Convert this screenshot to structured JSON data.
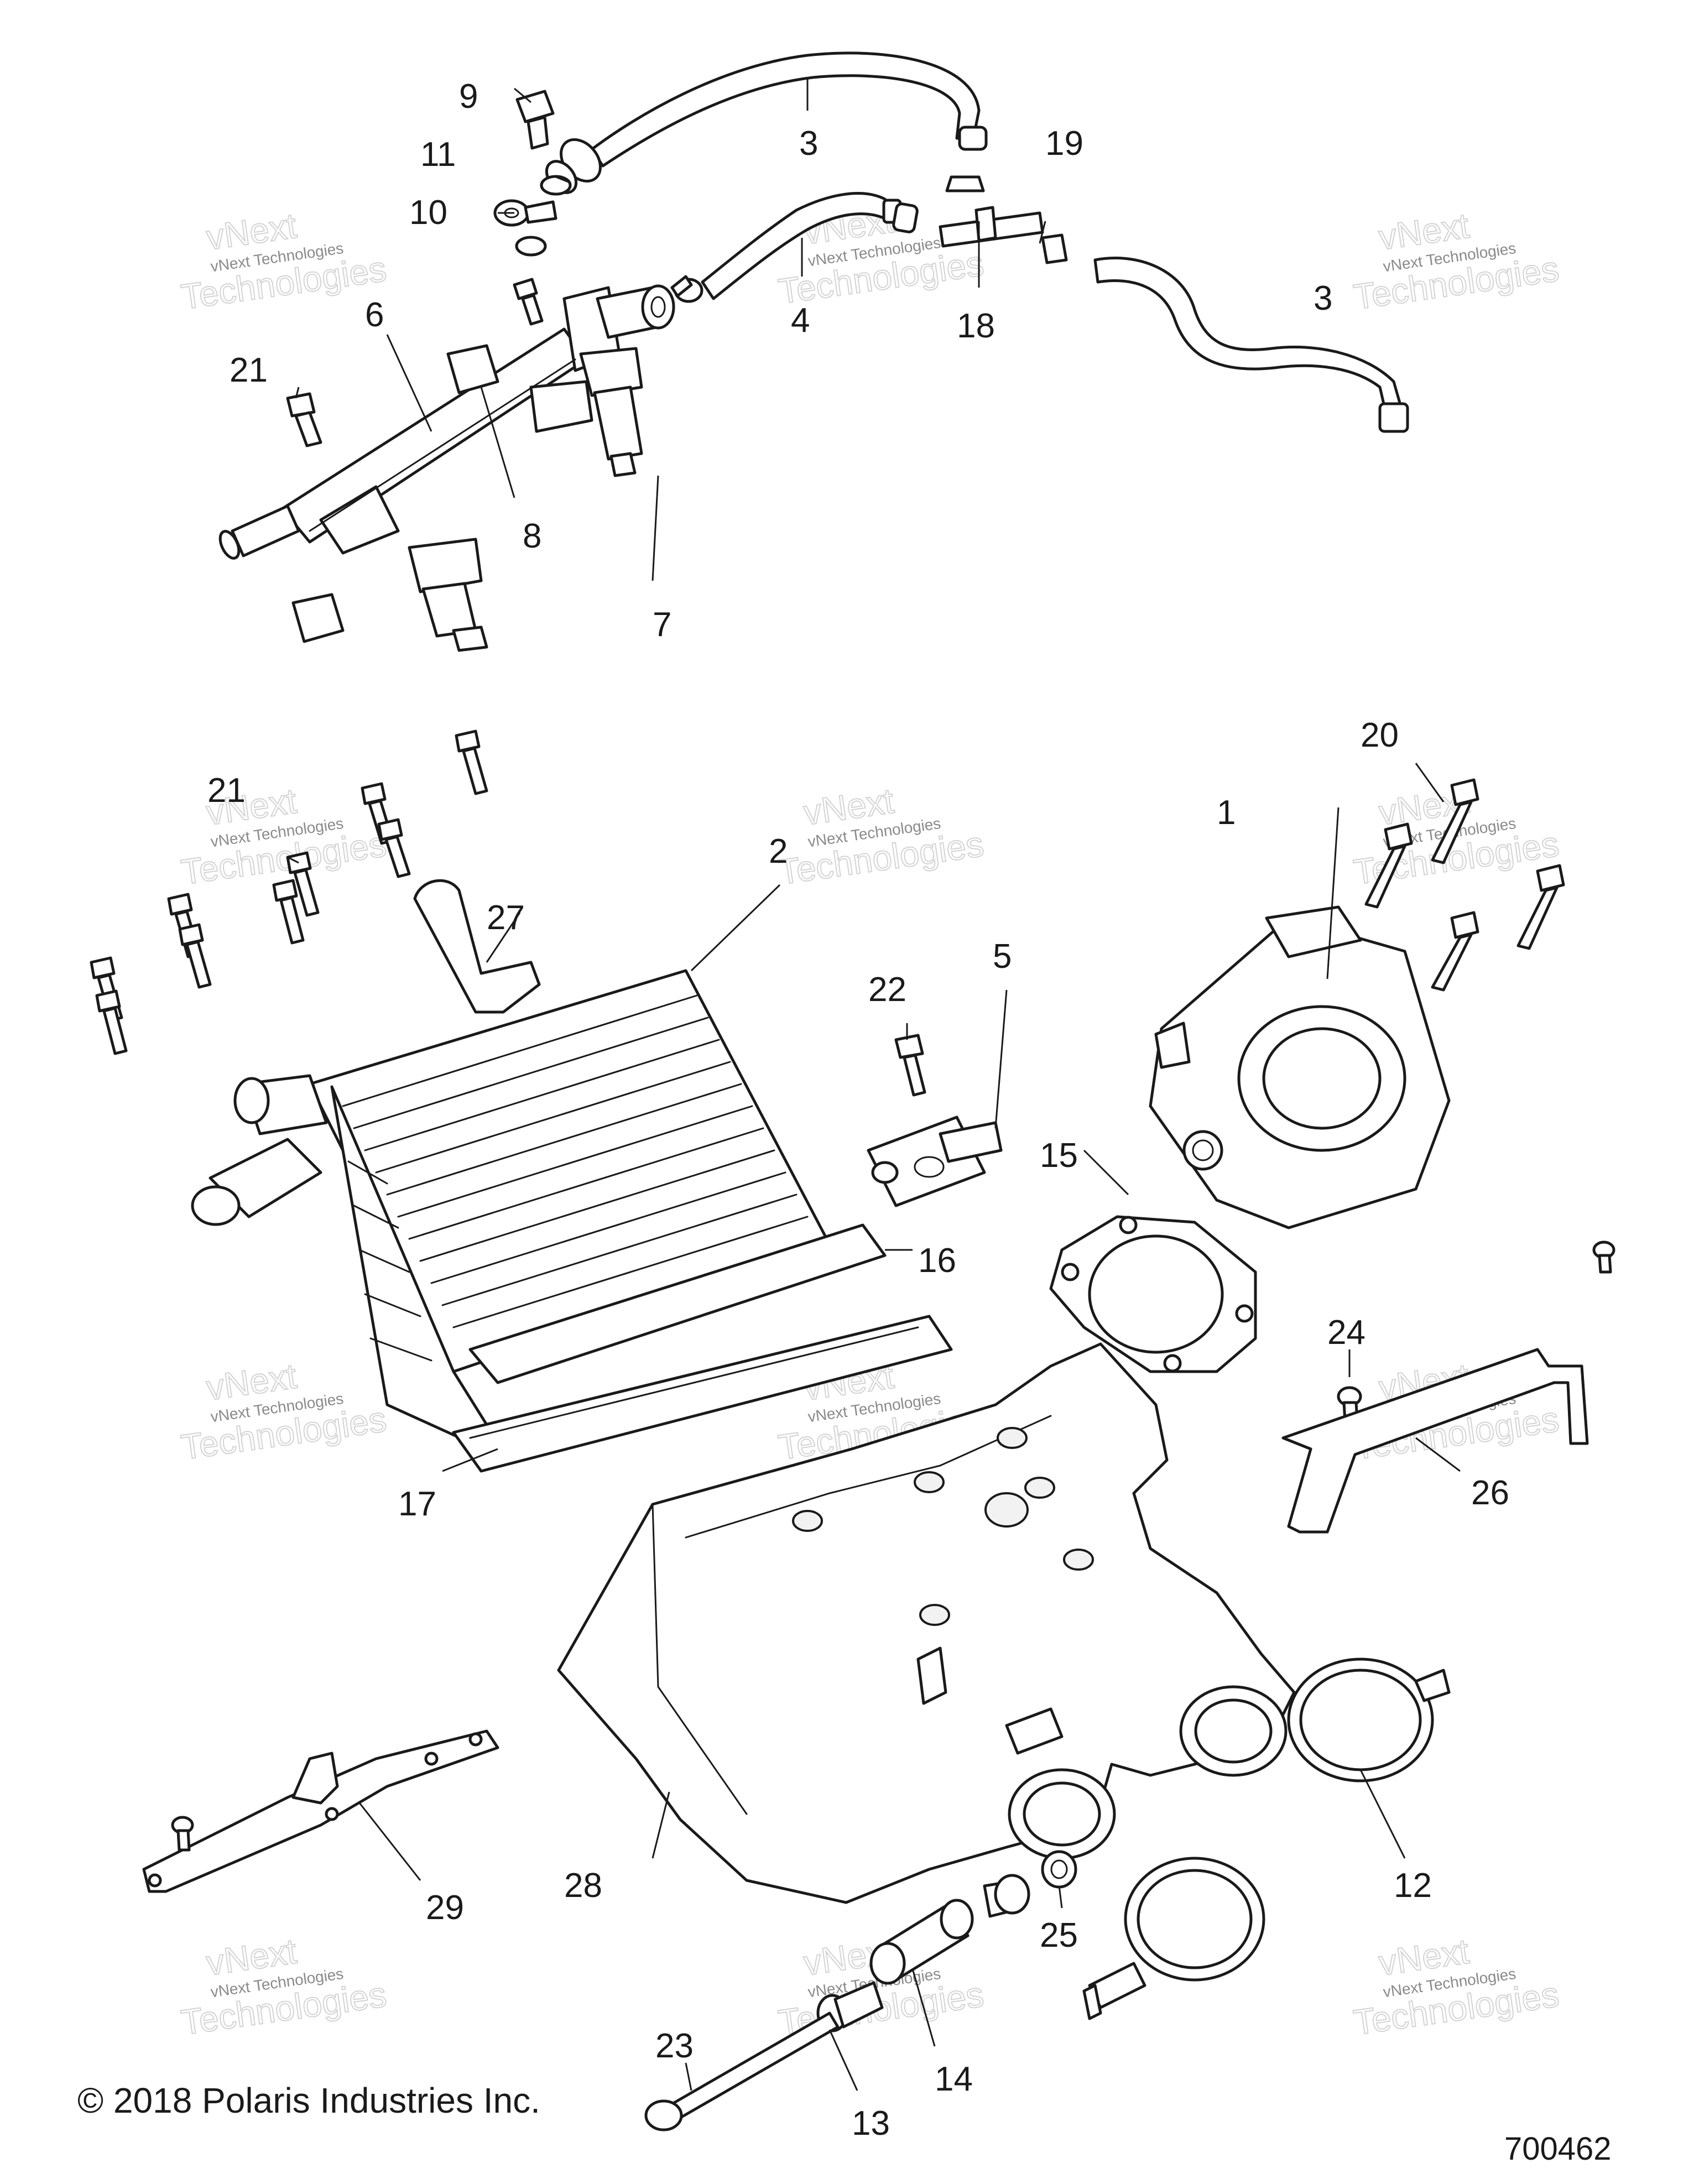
{
  "diagram": {
    "callouts": [
      {
        "id": "c1",
        "label": "1"
      },
      {
        "id": "c2",
        "label": "2"
      },
      {
        "id": "c3a",
        "label": "3"
      },
      {
        "id": "c3b",
        "label": "3"
      },
      {
        "id": "c4",
        "label": "4"
      },
      {
        "id": "c5",
        "label": "5"
      },
      {
        "id": "c6",
        "label": "6"
      },
      {
        "id": "c7",
        "label": "7"
      },
      {
        "id": "c8",
        "label": "8"
      },
      {
        "id": "c9",
        "label": "9"
      },
      {
        "id": "c10",
        "label": "10"
      },
      {
        "id": "c11",
        "label": "11"
      },
      {
        "id": "c12",
        "label": "12"
      },
      {
        "id": "c13",
        "label": "13"
      },
      {
        "id": "c14",
        "label": "14"
      },
      {
        "id": "c15",
        "label": "15"
      },
      {
        "id": "c16",
        "label": "16"
      },
      {
        "id": "c17",
        "label": "17"
      },
      {
        "id": "c18",
        "label": "18"
      },
      {
        "id": "c19",
        "label": "19"
      },
      {
        "id": "c20",
        "label": "20"
      },
      {
        "id": "c21a",
        "label": "21"
      },
      {
        "id": "c21b",
        "label": "21"
      },
      {
        "id": "c22",
        "label": "22"
      },
      {
        "id": "c23",
        "label": "23"
      },
      {
        "id": "c24",
        "label": "24"
      },
      {
        "id": "c25",
        "label": "25"
      },
      {
        "id": "c26",
        "label": "26"
      },
      {
        "id": "c27",
        "label": "27"
      },
      {
        "id": "c28",
        "label": "28"
      },
      {
        "id": "c29",
        "label": "29"
      }
    ],
    "watermark": {
      "line1": "vNext Technologies",
      "big1": "vNext",
      "big2": "Technologies"
    },
    "copyright": "© 2018 Polaris Industries Inc.",
    "document_number": "700462"
  }
}
